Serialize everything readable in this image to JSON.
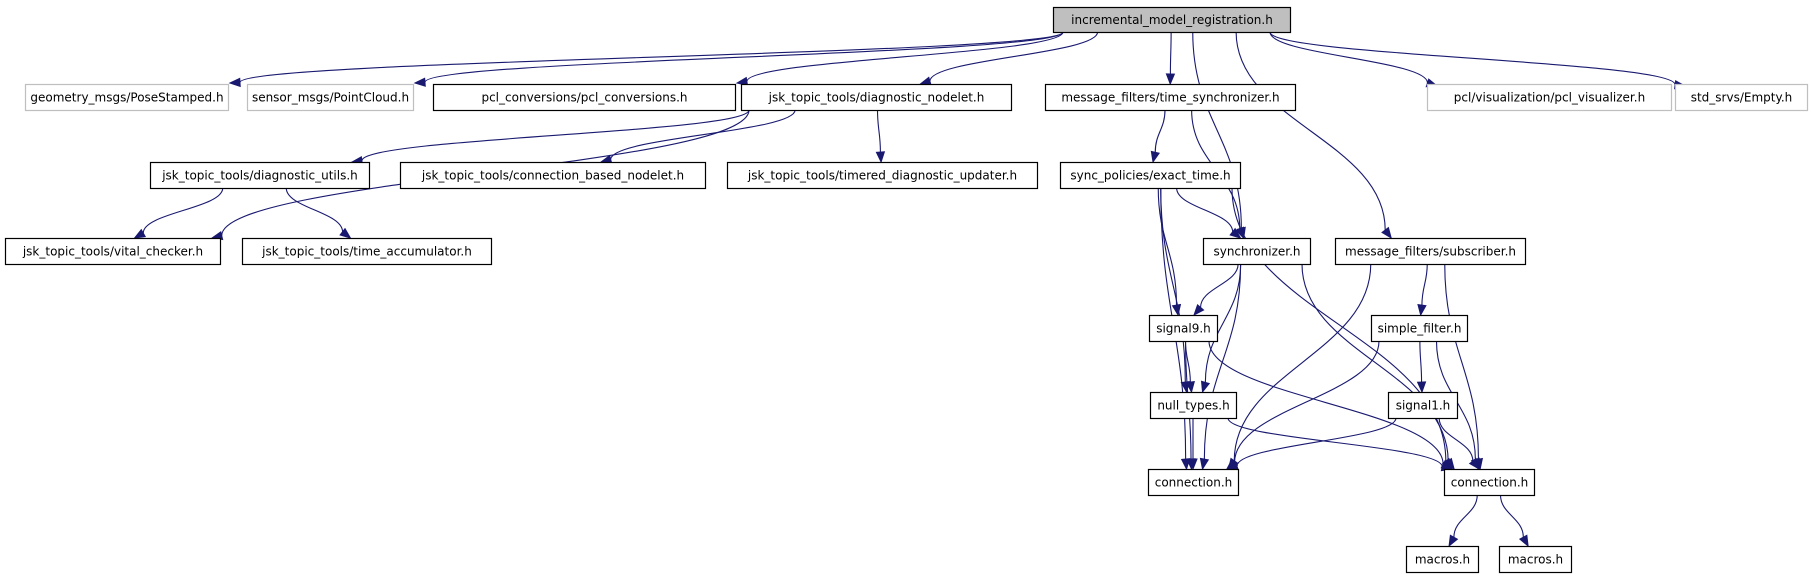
{
  "diagram": {
    "title": "incremental_model_registration.h",
    "type": "include-dependency-graph",
    "colors": {
      "root_fill": "#bfbfbf",
      "node_border": "#000000",
      "external_border": "#bfbfbf",
      "edge": "#191970",
      "background": "#ffffff"
    },
    "nodes": [
      {
        "id": "root",
        "label": "incremental_model_registration.h",
        "style": "root"
      },
      {
        "id": "geom",
        "label": "geometry_msgs/PoseStamped.h",
        "style": "external"
      },
      {
        "id": "sensor",
        "label": "sensor_msgs/PointCloud.h",
        "style": "external"
      },
      {
        "id": "pclconv",
        "label": "pcl_conversions/pcl_conversions.h",
        "style": "normal"
      },
      {
        "id": "diagnodelet",
        "label": "jsk_topic_tools/diagnostic_nodelet.h",
        "style": "normal"
      },
      {
        "id": "timesync",
        "label": "message_filters/time_synchronizer.h",
        "style": "normal"
      },
      {
        "id": "pclvis",
        "label": "pcl/visualization/pcl_visualizer.h",
        "style": "external"
      },
      {
        "id": "empty",
        "label": "std_srvs/Empty.h",
        "style": "external"
      },
      {
        "id": "diagutils",
        "label": "jsk_topic_tools/diagnostic_utils.h",
        "style": "normal"
      },
      {
        "id": "connbased",
        "label": "jsk_topic_tools/connection_based_nodelet.h",
        "style": "normal"
      },
      {
        "id": "timered",
        "label": "jsk_topic_tools/timered_diagnostic_updater.h",
        "style": "normal"
      },
      {
        "id": "exacttime",
        "label": "sync_policies/exact_time.h",
        "style": "normal"
      },
      {
        "id": "vital",
        "label": "jsk_topic_tools/vital_checker.h",
        "style": "normal"
      },
      {
        "id": "timeacc",
        "label": "jsk_topic_tools/time_accumulator.h",
        "style": "normal"
      },
      {
        "id": "synchronizer",
        "label": "synchronizer.h",
        "style": "normal"
      },
      {
        "id": "subscriber",
        "label": "message_filters/subscriber.h",
        "style": "normal"
      },
      {
        "id": "signal9",
        "label": "signal9.h",
        "style": "normal"
      },
      {
        "id": "simplefilter",
        "label": "simple_filter.h",
        "style": "normal"
      },
      {
        "id": "nulltypes",
        "label": "null_types.h",
        "style": "normal"
      },
      {
        "id": "signal1",
        "label": "signal1.h",
        "style": "normal"
      },
      {
        "id": "conn1",
        "label": "connection.h",
        "style": "normal"
      },
      {
        "id": "conn2",
        "label": "connection.h",
        "style": "normal"
      },
      {
        "id": "macros1",
        "label": "macros.h",
        "style": "normal"
      },
      {
        "id": "macros2",
        "label": "macros.h",
        "style": "normal"
      }
    ],
    "edges": [
      [
        "root",
        "geom"
      ],
      [
        "root",
        "sensor"
      ],
      [
        "root",
        "pclconv"
      ],
      [
        "root",
        "diagnodelet"
      ],
      [
        "root",
        "timesync"
      ],
      [
        "root",
        "synchronizer"
      ],
      [
        "root",
        "subscriber"
      ],
      [
        "root",
        "pclvis"
      ],
      [
        "root",
        "empty"
      ],
      [
        "diagnodelet",
        "diagutils"
      ],
      [
        "diagnodelet",
        "connbased"
      ],
      [
        "diagnodelet",
        "timered"
      ],
      [
        "diagnodelet",
        "vital"
      ],
      [
        "diagutils",
        "vital"
      ],
      [
        "diagutils",
        "timeacc"
      ],
      [
        "timesync",
        "exacttime"
      ],
      [
        "timesync",
        "synchronizer"
      ],
      [
        "exacttime",
        "synchronizer"
      ],
      [
        "exacttime",
        "signal9"
      ],
      [
        "exacttime",
        "nulltypes"
      ],
      [
        "exacttime",
        "conn1"
      ],
      [
        "exacttime",
        "conn2"
      ],
      [
        "synchronizer",
        "signal9"
      ],
      [
        "synchronizer",
        "nulltypes"
      ],
      [
        "synchronizer",
        "conn1"
      ],
      [
        "synchronizer",
        "conn2"
      ],
      [
        "subscriber",
        "simplefilter"
      ],
      [
        "subscriber",
        "conn1"
      ],
      [
        "subscriber",
        "conn2"
      ],
      [
        "signal9",
        "nulltypes"
      ],
      [
        "signal9",
        "conn1"
      ],
      [
        "signal9",
        "conn2"
      ],
      [
        "simplefilter",
        "signal1"
      ],
      [
        "simplefilter",
        "conn1"
      ],
      [
        "simplefilter",
        "conn2"
      ],
      [
        "nulltypes",
        "conn1"
      ],
      [
        "nulltypes",
        "conn2"
      ],
      [
        "signal1",
        "conn1"
      ],
      [
        "signal1",
        "conn2"
      ],
      [
        "conn2",
        "macros1"
      ],
      [
        "conn2",
        "macros2"
      ]
    ]
  }
}
